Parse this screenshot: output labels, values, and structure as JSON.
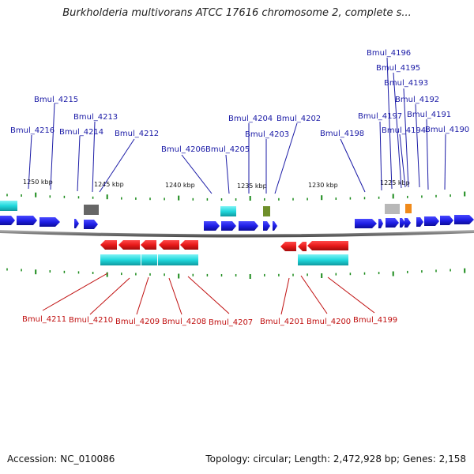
{
  "title": "Burkholderia multivorans ATCC 17616 chromosome 2, complete s...",
  "footer": {
    "accession": "Accession: NC_010086",
    "summary": "Topology: circular; Length: 2,472,928 bp; Genes: 2,158"
  },
  "colors": {
    "forward_gene": "#1f1fe6",
    "reverse_gene": "#e81a1a",
    "cyan_feature": "#20d8dc",
    "grey_feature": "#666666",
    "light_grey_feature": "#b8b8b8",
    "olive_feature": "#6f8f2a",
    "orange_feature": "#f08a1a",
    "tick": "#1a8a1a",
    "backbone": "#777777",
    "top_label": "#1a1aa6",
    "bottom_label": "#c01010"
  },
  "kbp_labels": [
    {
      "text": "1250 kbp"
    },
    {
      "text": "1245 kbp"
    },
    {
      "text": "1240 kbp"
    },
    {
      "text": "1235 kbp"
    },
    {
      "text": "1230 kbp"
    },
    {
      "text": "1225 kbp"
    }
  ],
  "top_labels": [
    "Bmul_4216",
    "Bmul_4215",
    "Bmul_4214",
    "Bmul_4213",
    "Bmul_4212",
    "Bmul_4206",
    "Bmul_4205",
    "Bmul_4204",
    "Bmul_4203",
    "Bmul_4202",
    "Bmul_4198",
    "Bmul_4197",
    "Bmul_4196",
    "Bmul_4195",
    "Bmul_4194",
    "Bmul_4193",
    "Bmul_4192",
    "Bmul_4191",
    "Bmul_4190"
  ],
  "bottom_labels": [
    "Bmul_4211",
    "Bmul_4210",
    "Bmul_4209",
    "Bmul_4208",
    "Bmul_4207",
    "Bmul_4201",
    "Bmul_4200",
    "Bmul_4199"
  ]
}
